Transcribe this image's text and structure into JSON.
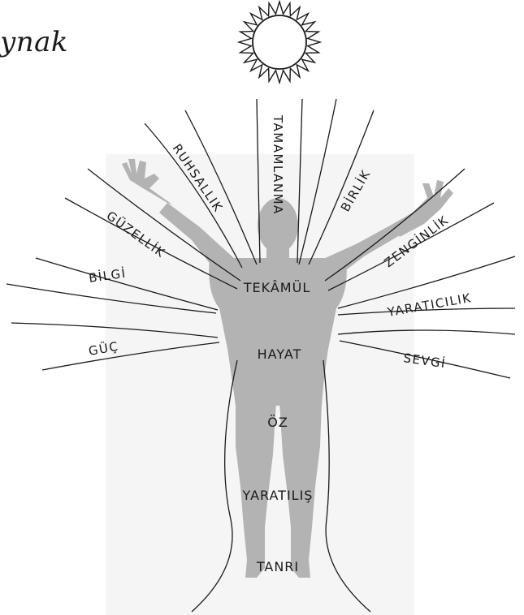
{
  "caption": "ynak",
  "rays": {
    "top": "TAMAMLANMA",
    "upper_left_1": "RUHSALLIK",
    "upper_left_2": "GÜZELLİK",
    "left_1": "BİLGİ",
    "left_2": "GÜÇ",
    "upper_right_1": "BİRLİK",
    "upper_right_2": "ZENGİNLİK",
    "right_1": "YARATICILIK",
    "right_2": "SEVGİ"
  },
  "body_levels": {
    "level_1": "TEKÂMÜL",
    "level_2": "HAYAT",
    "level_3": "ÖZ",
    "level_4": "YARATILIŞ",
    "level_5": "TANRI"
  },
  "colors": {
    "figure": "#b3b3b3",
    "background_panel": "#f4f4f4",
    "line": "#1a1a1a"
  },
  "icons": [
    "sun-icon",
    "human-figure"
  ]
}
